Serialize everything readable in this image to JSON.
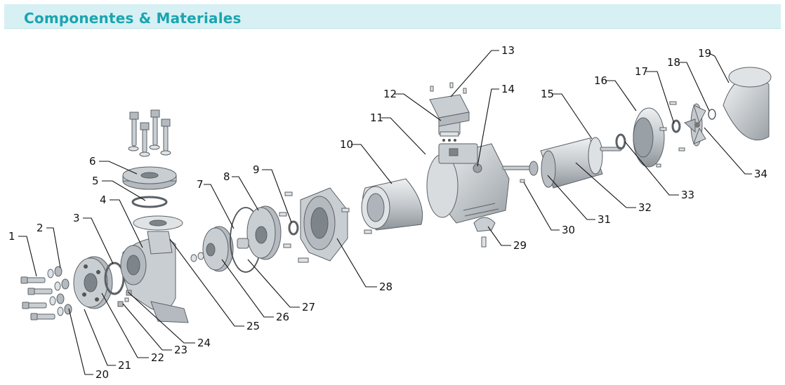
{
  "header": {
    "title": "Componentes & Materiales"
  },
  "callouts": [
    "1",
    "2",
    "3",
    "4",
    "5",
    "6",
    "7",
    "8",
    "9",
    "10",
    "11",
    "12",
    "13",
    "14",
    "15",
    "16",
    "17",
    "18",
    "19",
    "20",
    "21",
    "22",
    "23",
    "24",
    "25",
    "26",
    "27",
    "28",
    "29",
    "30",
    "31",
    "32",
    "33",
    "34"
  ],
  "colors": {
    "title_text": "#1aa5b0",
    "title_bg": "#d7f0f4",
    "part_fill": "#c9ced2"
  }
}
